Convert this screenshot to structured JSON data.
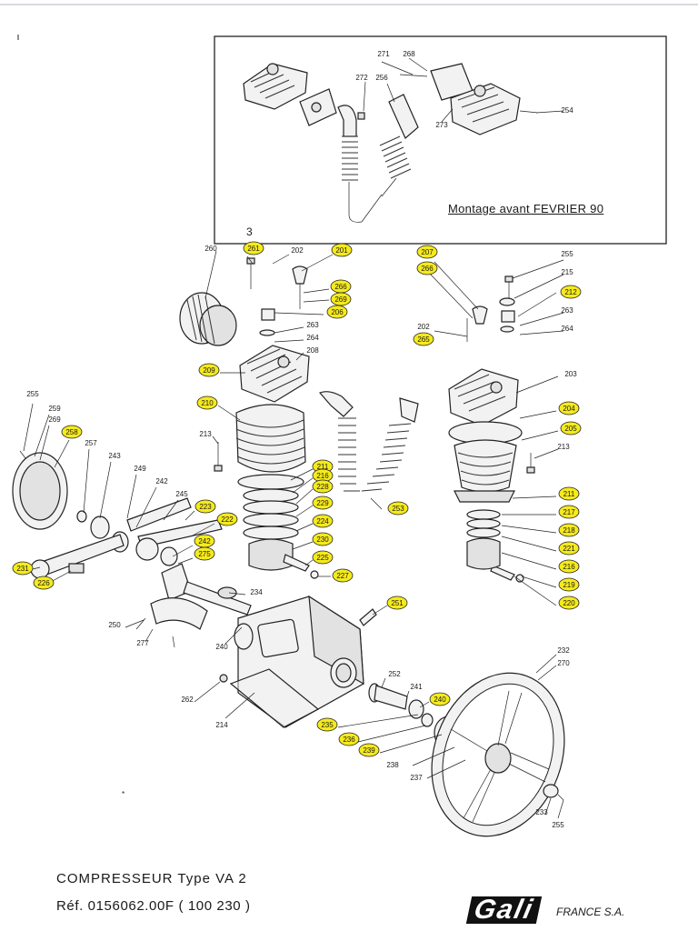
{
  "inset": {
    "title": "Montage avant FEVRIER 90"
  },
  "sheet_number": "3",
  "caption": {
    "line1": "COMPRESSEUR  Type VA 2",
    "line2": "Réf. 0156062.00F  ( 100 230 )"
  },
  "brand": {
    "logo": "Gali",
    "suffix": "FRANCE S.A."
  },
  "colors": {
    "highlight": "#f5ea1c",
    "ink": "#1a1a1a"
  },
  "part_labels": [
    {
      "text": "271",
      "highlighted": false
    },
    {
      "text": "268",
      "highlighted": false
    },
    {
      "text": "272",
      "highlighted": false
    },
    {
      "text": "256",
      "highlighted": false
    },
    {
      "text": "273",
      "highlighted": false
    },
    {
      "text": "254",
      "highlighted": false
    },
    {
      "text": "260",
      "highlighted": false
    },
    {
      "text": "261",
      "highlighted": true
    },
    {
      "text": "202",
      "highlighted": false
    },
    {
      "text": "201",
      "highlighted": true
    },
    {
      "text": "266",
      "highlighted": true
    },
    {
      "text": "269",
      "highlighted": true
    },
    {
      "text": "206",
      "highlighted": true
    },
    {
      "text": "263",
      "highlighted": false
    },
    {
      "text": "264",
      "highlighted": false
    },
    {
      "text": "208",
      "highlighted": false
    },
    {
      "text": "209",
      "highlighted": true
    },
    {
      "text": "210",
      "highlighted": true
    },
    {
      "text": "213",
      "highlighted": false
    },
    {
      "text": "211",
      "highlighted": true
    },
    {
      "text": "216",
      "highlighted": true
    },
    {
      "text": "228",
      "highlighted": true
    },
    {
      "text": "229",
      "highlighted": true
    },
    {
      "text": "224",
      "highlighted": true
    },
    {
      "text": "230",
      "highlighted": true
    },
    {
      "text": "225",
      "highlighted": true
    },
    {
      "text": "227",
      "highlighted": true
    },
    {
      "text": "253",
      "highlighted": true
    },
    {
      "text": "207",
      "highlighted": true
    },
    {
      "text": "266",
      "highlighted": true
    },
    {
      "text": "202",
      "highlighted": false
    },
    {
      "text": "265",
      "highlighted": true
    },
    {
      "text": "255",
      "highlighted": false
    },
    {
      "text": "215",
      "highlighted": false
    },
    {
      "text": "212",
      "highlighted": true
    },
    {
      "text": "263",
      "highlighted": false
    },
    {
      "text": "264",
      "highlighted": false
    },
    {
      "text": "203",
      "highlighted": false
    },
    {
      "text": "204",
      "highlighted": true
    },
    {
      "text": "205",
      "highlighted": true
    },
    {
      "text": "213",
      "highlighted": false
    },
    {
      "text": "211",
      "highlighted": true
    },
    {
      "text": "217",
      "highlighted": true
    },
    {
      "text": "218",
      "highlighted": true
    },
    {
      "text": "221",
      "highlighted": true
    },
    {
      "text": "216",
      "highlighted": true
    },
    {
      "text": "219",
      "highlighted": true
    },
    {
      "text": "220",
      "highlighted": true
    },
    {
      "text": "255",
      "highlighted": false
    },
    {
      "text": "259",
      "highlighted": false
    },
    {
      "text": "269",
      "highlighted": false
    },
    {
      "text": "258",
      "highlighted": true
    },
    {
      "text": "257",
      "highlighted": false
    },
    {
      "text": "243",
      "highlighted": false
    },
    {
      "text": "249",
      "highlighted": false
    },
    {
      "text": "242",
      "highlighted": false
    },
    {
      "text": "245",
      "highlighted": false
    },
    {
      "text": "223",
      "highlighted": true
    },
    {
      "text": "222",
      "highlighted": true
    },
    {
      "text": "242",
      "highlighted": true
    },
    {
      "text": "275",
      "highlighted": true
    },
    {
      "text": "231",
      "highlighted": true
    },
    {
      "text": "226",
      "highlighted": true
    },
    {
      "text": "234",
      "highlighted": false
    },
    {
      "text": "251",
      "highlighted": true
    },
    {
      "text": "250",
      "highlighted": false
    },
    {
      "text": "277",
      "highlighted": false
    },
    {
      "text": "240",
      "highlighted": false
    },
    {
      "text": "262",
      "highlighted": false
    },
    {
      "text": "214",
      "highlighted": false
    },
    {
      "text": "252",
      "highlighted": false
    },
    {
      "text": "241",
      "highlighted": false
    },
    {
      "text": "240",
      "highlighted": true
    },
    {
      "text": "235",
      "highlighted": true
    },
    {
      "text": "236",
      "highlighted": true
    },
    {
      "text": "239",
      "highlighted": true
    },
    {
      "text": "238",
      "highlighted": false
    },
    {
      "text": "237",
      "highlighted": false
    },
    {
      "text": "232",
      "highlighted": false
    },
    {
      "text": "270",
      "highlighted": false
    },
    {
      "text": "233",
      "highlighted": false
    },
    {
      "text": "255",
      "highlighted": false
    }
  ]
}
